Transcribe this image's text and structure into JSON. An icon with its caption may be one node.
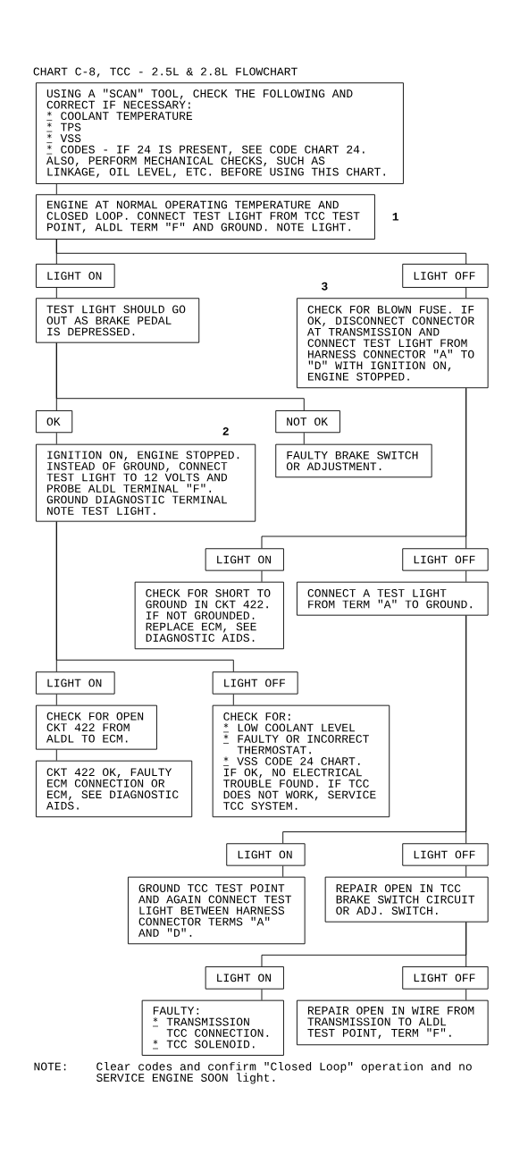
{
  "diagram": {
    "title": "CHART C-8, TCC - 2.5L & 2.8L FLOWCHART",
    "nodes": [
      {
        "text": [
          "USING A \"SCAN\" TOOL, CHECK THE FOLLOWING AND CORRECT IF NECESSARY:",
          "COOLANT TEMPERATURE",
          "TPS",
          "VSS",
          "CODES - IF 24 IS PRESENT, SEE CODE CHART 24.",
          "ALSO, PERFORM MECHANICAL CHECKS, SUCH AS LINKAGE, OIL LEVEL, ETC. BEFORE USING THIS CHART."
        ]
      },
      {
        "text": [
          "ENGINE AT NORMAL OPERATING TEMPERATURE AND CLOSED LOOP. CONNECT TEST LIGHT FROM TCC TEST POINT, ALDL TERM \"F\" AND GROUND. NOTE LIGHT."
        ],
        "beside": [
          "1"
        ]
      },
      {
        "text": [
          "LIGHT ON"
        ]
      },
      {
        "text": [
          "LIGHT OFF"
        ]
      },
      {
        "text": [
          "TEST LIGHT SHOULD GO OUT AS BRAKE PEDAL IS DEPRESSED."
        ]
      },
      {
        "text": [
          "CHECK FOR BLOWN FUSE. IF OK, DISCONNECT CONNECTOR AT TRANSMISSION AND CONNECT TEST LIGHT FROM HARNESS CONNECTOR \"A\" TO \"D\" WITH IGNITION ON, ENGINE STOPPED."
        ],
        "beside": [
          "3"
        ]
      },
      {
        "text": [
          "OK"
        ]
      },
      {
        "text": [
          "NOT OK"
        ]
      },
      {
        "text": [
          "IGNITION ON, ENGINE STOPPED. INSTEAD OF GROUND, CONNECT TEST LIGHT TO 12 VOLTS AND PROBE ALDL TERMINAL \"F\". GROUND DIAGNOSTIC TERMINAL NOTE TEST LIGHT."
        ],
        "beside": [
          "2"
        ]
      },
      {
        "text": [
          "FAULTY BRAKE SWITCH OR ADJUSTMENT."
        ]
      },
      {
        "text": [
          "LIGHT ON"
        ]
      },
      {
        "text": [
          "LIGHT OFF"
        ]
      },
      {
        "text": [
          "CHECK FOR SHORT TO GROUND IN CKT 422. IF NOT GROUNDED. REPLACE ECM, SEE DIAGNOSTIC AIDS."
        ]
      },
      {
        "text": [
          "CONNECT A TEST LIGHT FROM TERM \"A\" TO GROUND."
        ]
      },
      {
        "text": [
          "LIGHT ON"
        ]
      },
      {
        "text": [
          "LIGHT OFF"
        ]
      },
      {
        "text": [
          "CHECK FOR OPEN CKT 422 FROM ALDL TO ECM."
        ]
      },
      {
        "text": [
          "CHECK FOR:",
          "LOW COOLANT LEVEL",
          "FAULTY OR INCORRECT THERMOSTAT.",
          "VSS CODE 24 CHART.",
          "IF OK, NO ELECTRICAL TROUBLE FOUND. IF TCC DOES NOT WORK, SERVICE TCC SYSTEM."
        ]
      },
      {
        "text": [
          "CKT 422 OK, FAULTY ECM CONNECTION OR ECM, SEE DIAGNOSTIC AIDS."
        ]
      },
      {
        "text": [
          "LIGHT ON"
        ]
      },
      {
        "text": [
          "LIGHT OFF"
        ]
      },
      {
        "text": [
          "GROUND TCC TEST POINT AND AGAIN CONNECT TEST LIGHT BETWEEN HARNESS CONNECTOR TERMS \"A\" AND \"D\"."
        ]
      },
      {
        "text": [
          "REPAIR OPEN IN TCC BRAKE SWITCH CIRCUIT OR ADJ. SWITCH."
        ]
      },
      {
        "text": [
          "LIGHT ON"
        ]
      },
      {
        "text": [
          "LIGHT OFF"
        ]
      },
      {
        "text": [
          "FAULTY:",
          "TRANSMISSION TCC CONNECTION.",
          "TCC SOLENOID."
        ]
      },
      {
        "text": [
          "REPAIR OPEN IN WIRE FROM TRANSMISSION TO ALDL TEST POINT, TERM \"F\"."
        ]
      }
    ],
    "edges": [
      {
        "from": 0,
        "to": 1,
        "arrow": "none"
      },
      {
        "from": 1,
        "to": 2,
        "arrow": "none"
      },
      {
        "from": 1,
        "to": 3,
        "arrow": "none"
      },
      {
        "from": 2,
        "to": 4,
        "arrow": "none"
      },
      {
        "from": 3,
        "to": 5,
        "arrow": "none"
      },
      {
        "from": 4,
        "to": 6,
        "arrow": "none"
      },
      {
        "from": 4,
        "to": 7,
        "arrow": "none"
      },
      {
        "from": 6,
        "to": 8,
        "arrow": "none"
      },
      {
        "from": 7,
        "to": 9,
        "arrow": "none"
      },
      {
        "from": 5,
        "to": 10,
        "arrow": "none"
      },
      {
        "from": 5,
        "to": 11,
        "arrow": "none"
      },
      {
        "from": 10,
        "to": 12,
        "arrow": "none"
      },
      {
        "from": 11,
        "to": 13,
        "arrow": "none"
      },
      {
        "from": 8,
        "to": 14,
        "arrow": "none"
      },
      {
        "from": 8,
        "to": 15,
        "arrow": "none"
      },
      {
        "from": 14,
        "to": 16,
        "arrow": "none"
      },
      {
        "from": 15,
        "to": 17,
        "arrow": "none"
      },
      {
        "from": 16,
        "to": 18,
        "arrow": "none"
      },
      {
        "from": 13,
        "to": 19,
        "arrow": "none"
      },
      {
        "from": 13,
        "to": 20,
        "arrow": "none"
      },
      {
        "from": 19,
        "to": 21,
        "arrow": "none"
      },
      {
        "from": 20,
        "to": 22,
        "arrow": "none"
      },
      {
        "from": 22,
        "to": 23,
        "arrow": "none"
      },
      {
        "from": 22,
        "to": 24,
        "arrow": "none"
      },
      {
        "from": 23,
        "to": 25,
        "arrow": "none"
      },
      {
        "from": 24,
        "to": 26,
        "arrow": "none"
      }
    ],
    "labels": [
      "NOTE:",
      "Clear codes and confirm \"Closed Loop\" operation and no SERVICE ENGINE SOON light."
    ]
  }
}
